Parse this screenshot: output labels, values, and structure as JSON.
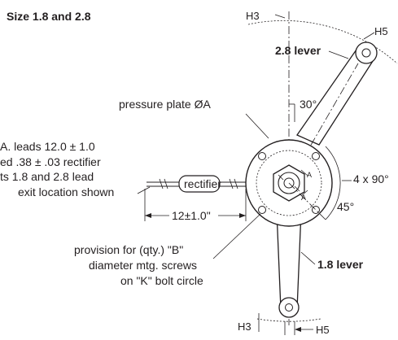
{
  "title": "Size 1.8 and 2.8",
  "labels": {
    "h3_top": "H3",
    "h5_top": "H5",
    "lever_28": "2.8 lever",
    "pressure_plate": "pressure plate ØA",
    "angle_30": "30°",
    "leads_line1": "A. leads 12.0 ± 1.0",
    "leads_line2": "ed .38 ± .03 rectifier",
    "leads_line3": "ts 1.8 and 2.8 lead",
    "leads_line4": "exit location shown",
    "rectifier": "rectifier",
    "dimension_12": "12±1.0\"",
    "angle_4x90": "4 x 90°",
    "angle_45": "45°",
    "marker_a1": "A",
    "marker_a2": "A",
    "provision_line1": "provision for (qty.) \"B\"",
    "provision_line2": "diameter mtg. screws",
    "provision_line3": "on \"K\" bolt circle",
    "lever_18": "1.8 lever",
    "h3_bottom": "H3",
    "h5_bottom": "H5"
  }
}
